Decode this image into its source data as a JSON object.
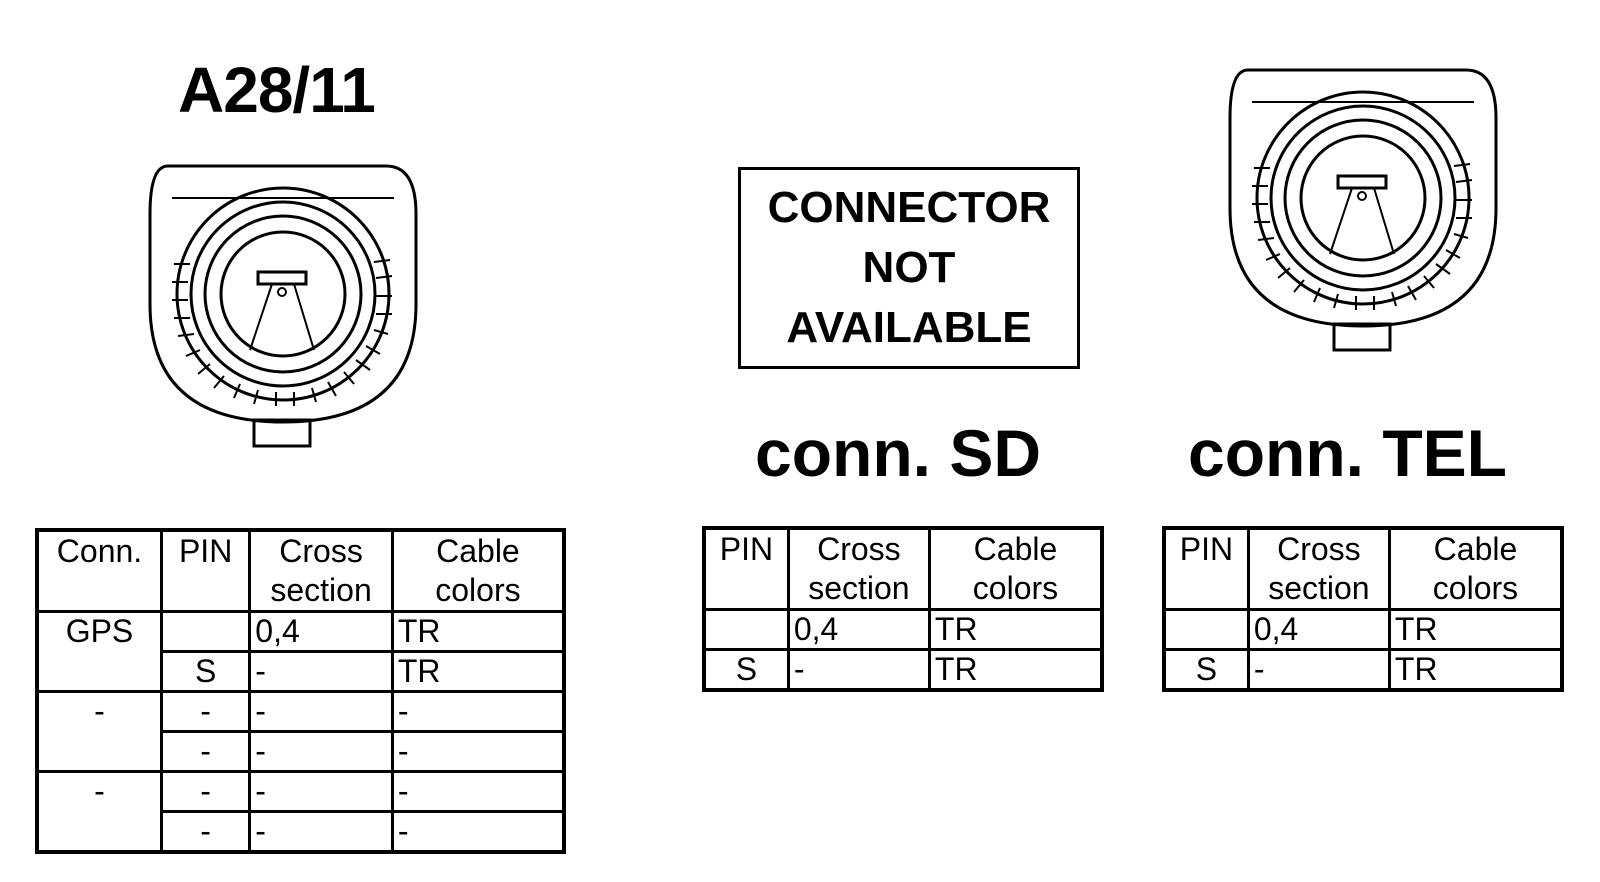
{
  "a28": {
    "title": "A28/11",
    "table": {
      "headers": [
        "Conn.",
        "PIN",
        "Cross section",
        "Cable colors"
      ],
      "header_lines": [
        [
          "Conn."
        ],
        [
          "PIN"
        ],
        [
          "Cross",
          "section"
        ],
        [
          "Cable",
          "colors"
        ]
      ],
      "groups": [
        {
          "conn": "GPS",
          "rows": [
            [
              "",
              "0,4",
              "TR"
            ],
            [
              "S",
              "-",
              "TR"
            ]
          ]
        },
        {
          "conn": "-",
          "rows": [
            [
              "-",
              "-",
              "-"
            ],
            [
              "-",
              "-",
              "-"
            ]
          ]
        },
        {
          "conn": "-",
          "rows": [
            [
              "-",
              "-",
              "-"
            ],
            [
              "-",
              "-",
              "-"
            ]
          ]
        }
      ]
    }
  },
  "sd": {
    "title": "conn. SD",
    "not_available": [
      "CONNECTOR",
      "NOT",
      "AVAILABLE"
    ],
    "table": {
      "header_lines": [
        [
          "PIN"
        ],
        [
          "Cross",
          "section"
        ],
        [
          "Cable",
          "colors"
        ]
      ],
      "rows": [
        [
          "",
          "0,4",
          "TR"
        ],
        [
          "S",
          "-",
          "TR"
        ]
      ]
    }
  },
  "tel": {
    "title": "conn. TEL",
    "table": {
      "header_lines": [
        [
          "PIN"
        ],
        [
          "Cross",
          "section"
        ],
        [
          "Cable",
          "colors"
        ]
      ],
      "rows": [
        [
          "",
          "0,4",
          "TR"
        ],
        [
          "S",
          "-",
          "TR"
        ]
      ]
    }
  }
}
